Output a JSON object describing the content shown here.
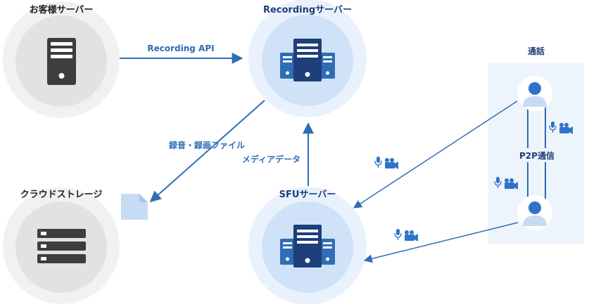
{
  "nodes": {
    "customer_server": {
      "label": "お客様サーバー"
    },
    "recording_server": {
      "label": "Recordingサーバー"
    },
    "cloud_storage": {
      "label": "クラウドストレージ"
    },
    "sfu_server": {
      "label": "SFUサーバー"
    },
    "call_group": {
      "label": "通話"
    }
  },
  "edges": {
    "recording_api": {
      "label": "Recording API"
    },
    "record_files": {
      "label": "録音・録画ファイル"
    },
    "media_data": {
      "label": "メディアデータ"
    },
    "p2p": {
      "label": "P2P通信"
    }
  },
  "colors": {
    "accent": "#2f6db5",
    "dark_blue": "#1d3f7a",
    "gray_circle": "#e4e4e4",
    "blue_circle": "#cfe2f8",
    "call_panel": "#eef4fc",
    "user_blue": "#2e73c9"
  }
}
